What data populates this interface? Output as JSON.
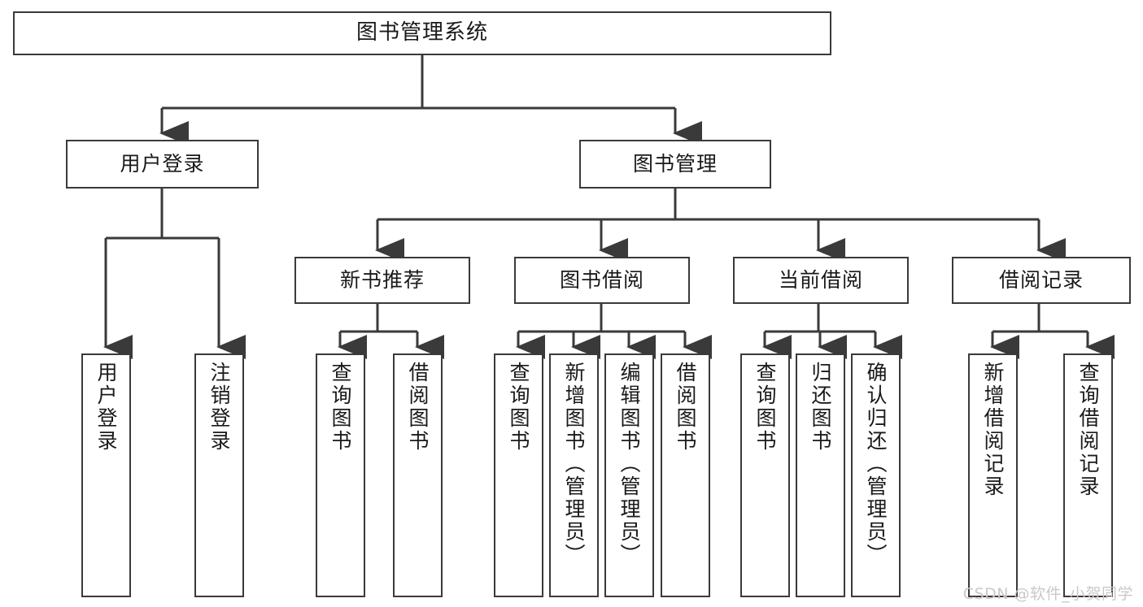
{
  "diagram": {
    "title": "图书管理系统",
    "type": "hierarchy-tree",
    "background_color": "#ffffff",
    "box_border_color": "#3a3a3a",
    "connector_color": "#3a3a3a",
    "text_color": "#1a1a1a",
    "levels": {
      "root": {
        "label": "图书管理系统"
      },
      "level2": [
        {
          "label": "用户登录"
        },
        {
          "label": "图书管理"
        }
      ],
      "level3": [
        {
          "label": "新书推荐"
        },
        {
          "label": "图书借阅"
        },
        {
          "label": "当前借阅"
        },
        {
          "label": "借阅记录"
        }
      ],
      "leaves": {
        "user_login": [
          {
            "label": "用户登录"
          },
          {
            "label": "注销登录"
          }
        ],
        "new_book_recommend": [
          {
            "label": "查询图书"
          },
          {
            "label": "借阅图书"
          }
        ],
        "book_borrow": [
          {
            "label": "查询图书"
          },
          {
            "label": "新增图书（管理员）"
          },
          {
            "label": "编辑图书（管理员）"
          },
          {
            "label": "借阅图书"
          }
        ],
        "current_borrow": [
          {
            "label": "查询图书"
          },
          {
            "label": "归还图书"
          },
          {
            "label": "确认归还（管理员）"
          }
        ],
        "borrow_record": [
          {
            "label": "新增借阅记录"
          },
          {
            "label": "查询借阅记录"
          }
        ]
      }
    },
    "watermark": "CSDN @软件_小贺同学"
  }
}
